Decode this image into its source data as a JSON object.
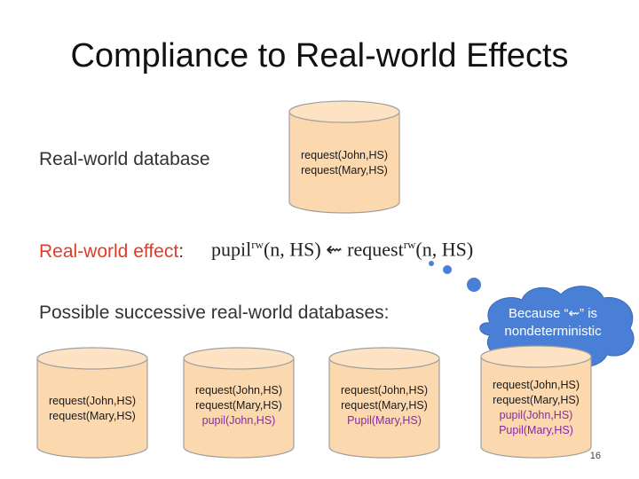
{
  "title": "Compliance to Real-world Effects",
  "labels": {
    "real_world_database": "Real-world database",
    "real_world_effect": "Real-world effect",
    "effect_colon": ":",
    "possible_successive": "Possible successive real-world databases:"
  },
  "formula": {
    "lhs": "pupil",
    "lhs_sup": "rw",
    "lhs_args": "(n, HS)",
    "arrow": "⇜",
    "rhs": "request",
    "rhs_sup": "rw",
    "rhs_args": "(n, HS)"
  },
  "top_db": {
    "lines": [
      "request(John,HS)",
      "request(Mary,HS)"
    ]
  },
  "bubble": {
    "line1": "Because “⇜” is",
    "line2": "nondeterministic"
  },
  "bottom_dbs": [
    {
      "lines": [
        "request(John,HS)",
        "request(Mary,HS)"
      ],
      "purple": []
    },
    {
      "lines": [
        "request(John,HS)",
        "request(Mary,HS)"
      ],
      "purple": [
        "pupil(John,HS)"
      ]
    },
    {
      "lines": [
        "request(John,HS)",
        "request(Mary,HS)"
      ],
      "purple": [
        "Pupil(Mary,HS)"
      ]
    },
    {
      "lines": [
        "request(John,HS)",
        "request(Mary,HS)"
      ],
      "purple": [
        "pupil(John,HS)",
        "Pupil(Mary,HS)"
      ]
    }
  ],
  "page_number": "16",
  "colors": {
    "cylinder_fill": "#fbd8ae",
    "cylinder_stroke": "#a0a0a0",
    "accent_red": "#e03c28",
    "purple": "#8a2aa8",
    "bubble_blue": "#4a7fd6"
  }
}
